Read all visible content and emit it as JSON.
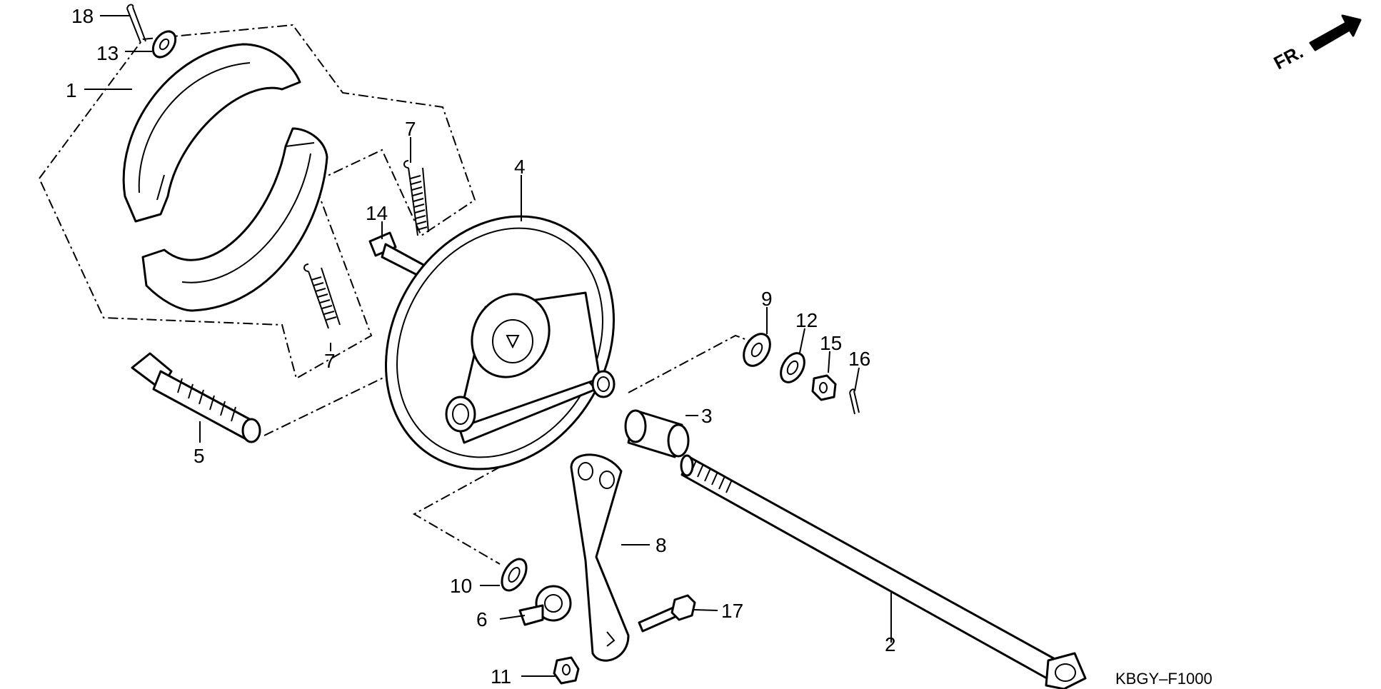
{
  "diagram": {
    "drawing_code": "KBGY–F1000",
    "direction_label": "FR.",
    "callouts": [
      {
        "id": "c1",
        "label": "1"
      },
      {
        "id": "c2",
        "label": "2"
      },
      {
        "id": "c3",
        "label": "3"
      },
      {
        "id": "c4",
        "label": "4"
      },
      {
        "id": "c5",
        "label": "5"
      },
      {
        "id": "c6",
        "label": "6"
      },
      {
        "id": "c7a",
        "label": "7"
      },
      {
        "id": "c7b",
        "label": "7"
      },
      {
        "id": "c8",
        "label": "8"
      },
      {
        "id": "c9",
        "label": "9"
      },
      {
        "id": "c10",
        "label": "10"
      },
      {
        "id": "c11",
        "label": "11"
      },
      {
        "id": "c12",
        "label": "12"
      },
      {
        "id": "c13",
        "label": "13"
      },
      {
        "id": "c14",
        "label": "14"
      },
      {
        "id": "c15",
        "label": "15"
      },
      {
        "id": "c16",
        "label": "16"
      },
      {
        "id": "c17",
        "label": "17"
      },
      {
        "id": "c18",
        "label": "18"
      }
    ]
  }
}
